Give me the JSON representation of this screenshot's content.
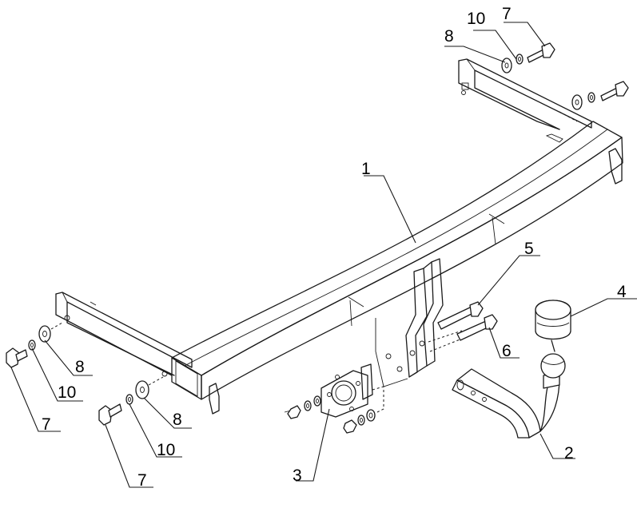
{
  "diagram": {
    "callouts": {
      "c1": "1",
      "c2": "2",
      "c3": "3",
      "c4": "4",
      "c5": "5",
      "c6": "6",
      "c7_top": "7",
      "c8_top": "8",
      "c10_top": "10",
      "c7_left": "7",
      "c8_left": "8",
      "c10_left": "10",
      "c7_bottom": "7",
      "c8_bottom": "8",
      "c10_bottom": "10"
    }
  }
}
